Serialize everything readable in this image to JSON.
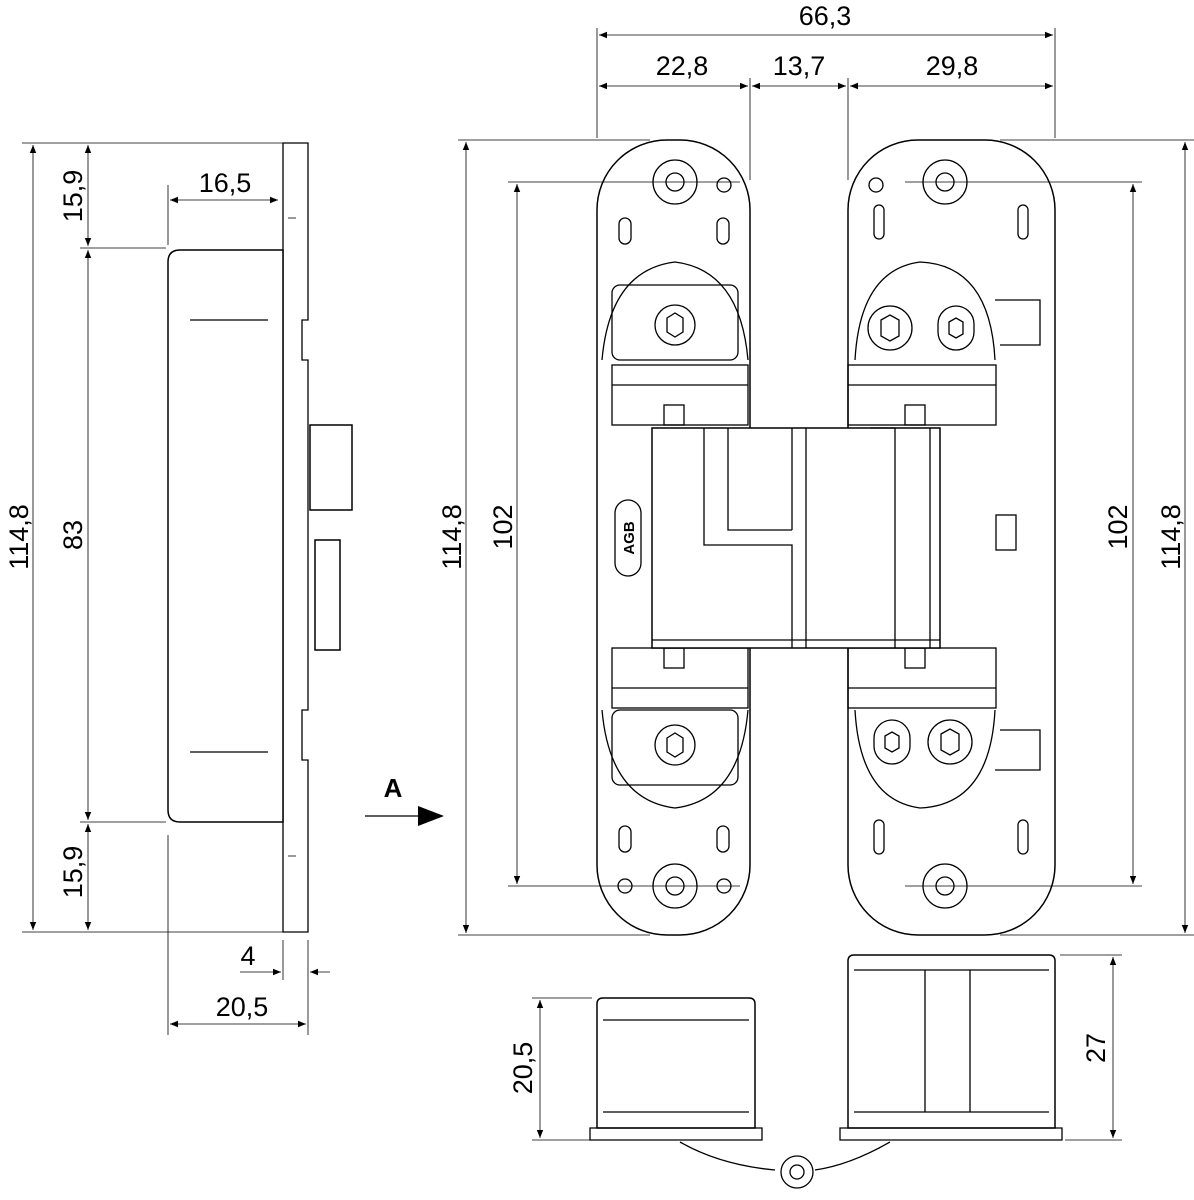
{
  "title": "Concealed hinge technical drawing",
  "logo": "AGB",
  "view_label": "A",
  "side_view": {
    "overall_height": "114,8",
    "top_offset": "15,9",
    "body_height": "83",
    "bottom_offset": "15,9",
    "body_depth": "16,5",
    "plate_thickness": "4",
    "total_depth": "20,5"
  },
  "front_view": {
    "total_width": "66,3",
    "left_leaf_width": "22,8",
    "gap_width": "13,7",
    "right_leaf_width": "29,8",
    "left_overall_height": "114,8",
    "left_hole_spacing": "102",
    "right_hole_spacing": "102",
    "right_overall_height": "114,8"
  },
  "bottom_view": {
    "left_depth": "20,5",
    "right_depth": "27"
  }
}
